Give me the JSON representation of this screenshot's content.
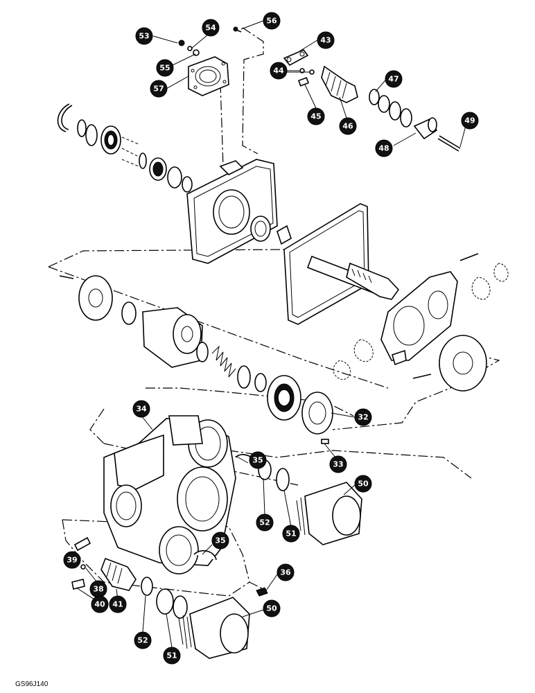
{
  "diagram": {
    "callouts": [
      {
        "id": "c53",
        "label": "53"
      },
      {
        "id": "c54",
        "label": "54"
      },
      {
        "id": "c55",
        "label": "55"
      },
      {
        "id": "c56",
        "label": "56"
      },
      {
        "id": "c57",
        "label": "57"
      },
      {
        "id": "c43",
        "label": "43"
      },
      {
        "id": "c44",
        "label": "44"
      },
      {
        "id": "c45",
        "label": "45"
      },
      {
        "id": "c46",
        "label": "46"
      },
      {
        "id": "c47",
        "label": "47"
      },
      {
        "id": "c48",
        "label": "48"
      },
      {
        "id": "c49",
        "label": "49"
      },
      {
        "id": "c32",
        "label": "32"
      },
      {
        "id": "c33",
        "label": "33"
      },
      {
        "id": "c34",
        "label": "34"
      },
      {
        "id": "c35a",
        "label": "35"
      },
      {
        "id": "c35b",
        "label": "35"
      },
      {
        "id": "c50a",
        "label": "50"
      },
      {
        "id": "c50b",
        "label": "50"
      },
      {
        "id": "c52a",
        "label": "52"
      },
      {
        "id": "c52b",
        "label": "52"
      },
      {
        "id": "c51a",
        "label": "51"
      },
      {
        "id": "c51b",
        "label": "51"
      },
      {
        "id": "c36",
        "label": "36"
      },
      {
        "id": "c39",
        "label": "39"
      },
      {
        "id": "c38",
        "label": "38"
      },
      {
        "id": "c40",
        "label": "40"
      },
      {
        "id": "c41",
        "label": "41"
      }
    ],
    "figure_code": "GS96J140"
  }
}
